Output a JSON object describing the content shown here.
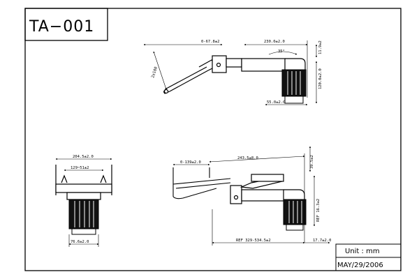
{
  "drawing_id": "TA−001",
  "title_block": {
    "unit": "Unit : mm",
    "date": "MAY/29/2006"
  },
  "dimensions": {
    "top_arm_offset": "0-67.8±2",
    "top_arm_length": "230.0±2.0",
    "top_right_small": "11.9±2",
    "top_angle": "35°",
    "top_left_slant": "2±100",
    "top_body_height": "120.0±2.0",
    "top_bottom_width": "55.0±2.0",
    "left_top_width": "204.5±2.0",
    "left_inner_width": "129~51±2",
    "left_base_width": "76.6±2.0",
    "bottom_arm_offset": "0-139±2.0",
    "bottom_arm_length": "243.5±8.0",
    "bottom_right_small": "39.5±2",
    "bottom_right_ref": "REF 16.3±2",
    "bottom_ref_total": "REF 329-534.5±2",
    "bottom_right_width": "17.7±2.0"
  }
}
